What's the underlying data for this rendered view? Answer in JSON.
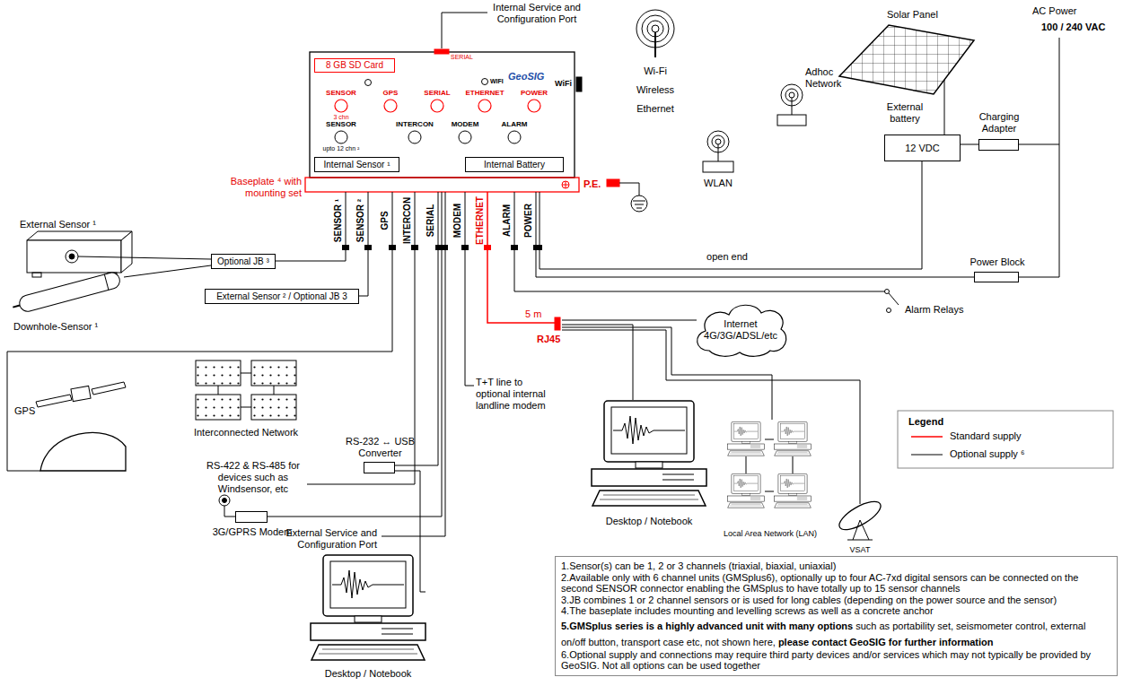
{
  "diagram": {
    "nodes": [
      {
        "text": [
          "GeoSIG"
        ]
      },
      {
        "text": [
          "8 GB SD Card"
        ],
        "in": 0
      },
      {
        "text": [
          "Internal Sensor ¹"
        ],
        "in": 0
      },
      {
        "text": [
          "Internal Battery"
        ],
        "in": 0
      },
      {
        "text": [
          "Optional JB ³"
        ]
      },
      {
        "text": [
          "External Sensor ² / Optional JB 3"
        ]
      },
      {
        "text": [
          "3G/GPRS Modem"
        ]
      },
      {
        "text": [
          "RS-232 ↔ USB Converter"
        ]
      },
      {
        "text": [
          "Internet 4G/3G/ADSL/etc"
        ]
      },
      {
        "text": [
          "External battery",
          "12 VDC"
        ]
      },
      {
        "text": [
          "Charging Adapter"
        ]
      },
      {
        "text": [
          "Power Block"
        ]
      },
      {
        "text": [
          "1.Sensor(s) can be 1, 2 or 3 channels (triaxial, biaxial, uniaxial)",
          "2.Available only with 6 channel units (GMSplus6), optionally up to four AC-7xd digital sensors can be connected on the second SENSOR connector enabling the GMSplus to have totally up to 15 sensor channels",
          "3.JB combines 1 or 2 channel sensors or is used for long cables (depending on the power source and the sensor)",
          "4.The baseplate includes mounting and levelling screws as well as a concrete anchor",
          "5.GMSplus series is a highly advanced unit with many options",
          "such as portability set, seismometer control, external on/off button, transport case etc, not shown here,",
          "please contact GeoSIG for further information",
          "6.Optional supply and connections may require third party devices and/or services which may not typically be provided by GeoSIG. Not all options can be used together"
        ]
      }
    ],
    "edges": [
      {
        "from": 4,
        "to": 0,
        "arrow": "none"
      },
      {
        "from": 5,
        "to": 0,
        "arrow": "none"
      },
      {
        "from": 7,
        "to": 0,
        "arrow": "none"
      },
      {
        "from": 6,
        "to": 0,
        "arrow": "none"
      },
      {
        "from": 9,
        "to": 0,
        "label": "open end",
        "arrow": "none"
      },
      {
        "from": 11,
        "to": 0,
        "arrow": "none"
      },
      {
        "from": 10,
        "to": 9,
        "arrow": "none"
      }
    ],
    "labels": [
      "Internal Service and Configuration Port",
      "SERIAL",
      "WIFI",
      "SENSOR",
      "3 chn",
      "GPS",
      "SERIAL",
      "ETHERNET",
      "POWER",
      "SENSOR",
      "upto 12 chn ²",
      "INTERCON",
      "MODEM",
      "ALARM",
      "WiFi",
      "Wi-Fi",
      "Wireless",
      "Ethernet",
      "Adhoc Network",
      "WLAN",
      "Solar Panel",
      "AC Power",
      "100 / 240 VAC",
      "Baseplate ⁴ with mounting set",
      "P.E.",
      "SENSOR ¹",
      "SENSOR ²",
      "GPS",
      "INTERCON",
      "SERIAL",
      "MODEM",
      "ETHERNET",
      "ALARM",
      "POWER",
      "External Sensor ¹",
      "Downhole-Sensor ¹",
      "GPS",
      "Interconnected Network",
      "RS-422 & RS-485 for devices such as Windsensor, etc",
      "External Service and Configuration Port",
      "T+T line to optional internal landline modem",
      "5 m",
      "RJ45",
      "Alarm Relays",
      "Desktop / Notebook",
      "Desktop / Notebook",
      "Local Area Network (LAN)",
      "VSAT",
      "Legend"
    ],
    "legend": [
      {
        "text": "Standard supply"
      },
      {
        "text": "Optional supply ⁶"
      }
    ]
  }
}
